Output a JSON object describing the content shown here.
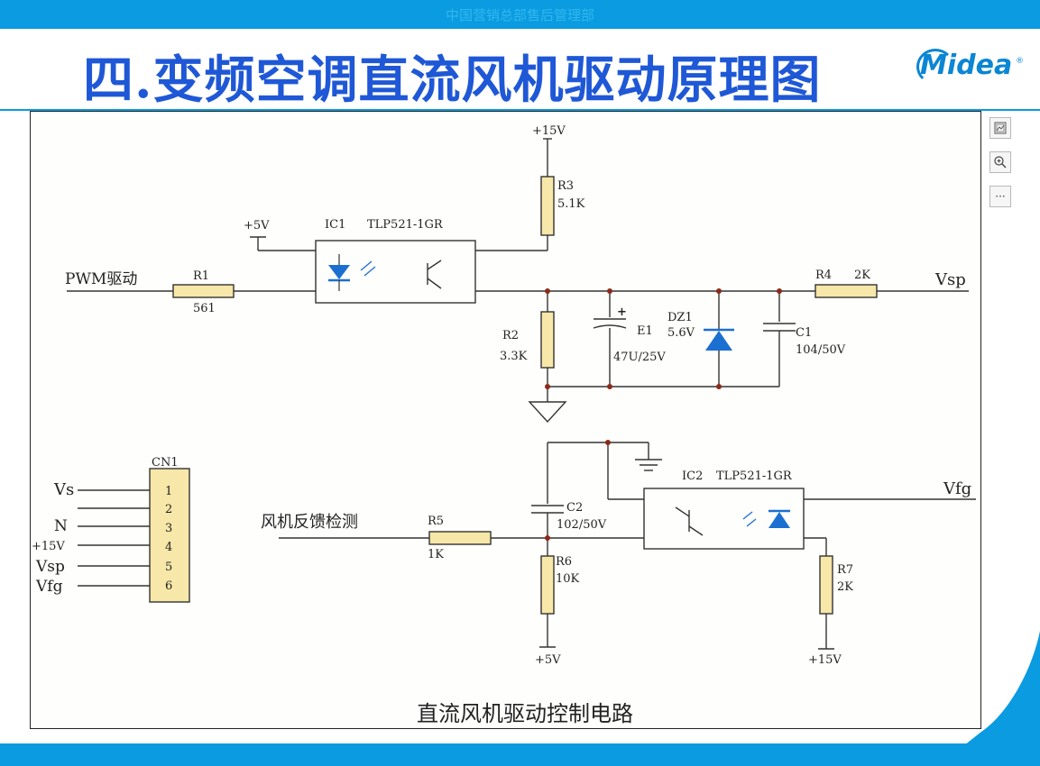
{
  "header": {
    "banner_text": "中国营销总部售后管理部"
  },
  "slide": {
    "title": "四.变频空调直流风机驱动原理图"
  },
  "logo": {
    "text": "Midea",
    "mark": "®"
  },
  "toolbar": {
    "more_label": "···"
  },
  "icons": {
    "image": "image-icon",
    "zoom": "zoom-in-icon",
    "more": "more-icon"
  },
  "colors": {
    "banner": "#0a9be0",
    "title": "#1f58d6",
    "component_fill": "#f7e7a8",
    "led": "#1b6fd0"
  },
  "diagram": {
    "caption": "直流风机驱动控制电路",
    "top_circuit": {
      "pwm_label": "PWM驱动",
      "r1": {
        "name": "R1",
        "value": "561"
      },
      "plus5v": "+5V",
      "ic1": {
        "name": "IC1",
        "part": "TLP521-1GR"
      },
      "plus15v": "+15V",
      "r3": {
        "name": "R3",
        "value": "5.1K"
      },
      "r2": {
        "name": "R2",
        "value": "3.3K"
      },
      "e1": {
        "name": "E1",
        "value": "47U/25V",
        "polarity": "+"
      },
      "dz1": {
        "name": "DZ1",
        "value": "5.6V"
      },
      "c1": {
        "name": "C1",
        "value": "104/50V"
      },
      "r4": {
        "name": "R4",
        "value": "2K"
      },
      "vsp": "Vsp"
    },
    "bottom_circuit": {
      "cn1": {
        "name": "CN1",
        "pins": [
          "1",
          "2",
          "3",
          "4",
          "5",
          "6"
        ],
        "labels": [
          "Vs",
          "",
          "N",
          "+15V",
          "Vsp",
          "Vfg"
        ]
      },
      "feedback_label": "风机反馈检测",
      "r5": {
        "name": "R5",
        "value": "1K"
      },
      "c2": {
        "name": "C2",
        "value": "102/50V"
      },
      "r6": {
        "name": "R6",
        "value": "10K"
      },
      "plus5v": "+5V",
      "ic2": {
        "name": "IC2",
        "part": "TLP521-1GR"
      },
      "vfg": "Vfg",
      "r7": {
        "name": "R7",
        "value": "2K"
      },
      "plus15v": "+15V"
    }
  }
}
